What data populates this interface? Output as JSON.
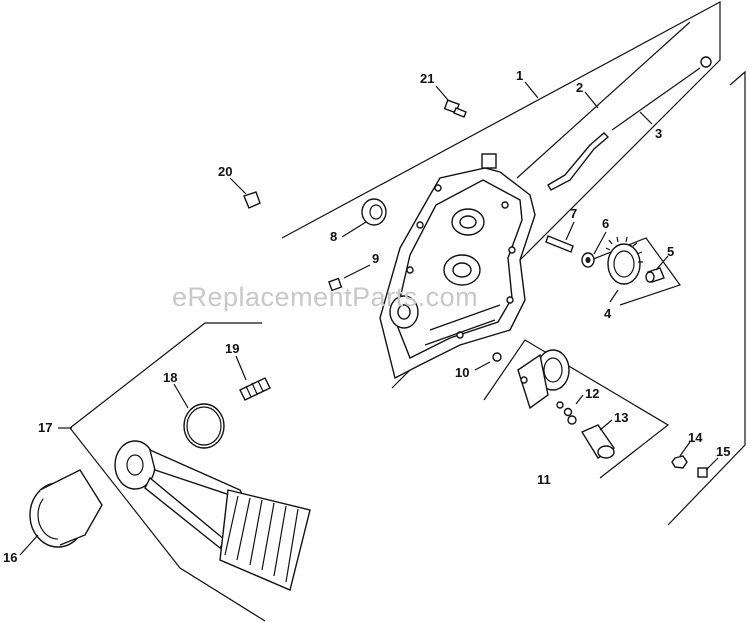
{
  "watermark": "eReplacementParts.com",
  "labels": [
    "1",
    "2",
    "3",
    "4",
    "5",
    "6",
    "7",
    "8",
    "9",
    "10",
    "11",
    "12",
    "13",
    "14",
    "15",
    "16",
    "17",
    "18",
    "19",
    "20",
    "21"
  ]
}
